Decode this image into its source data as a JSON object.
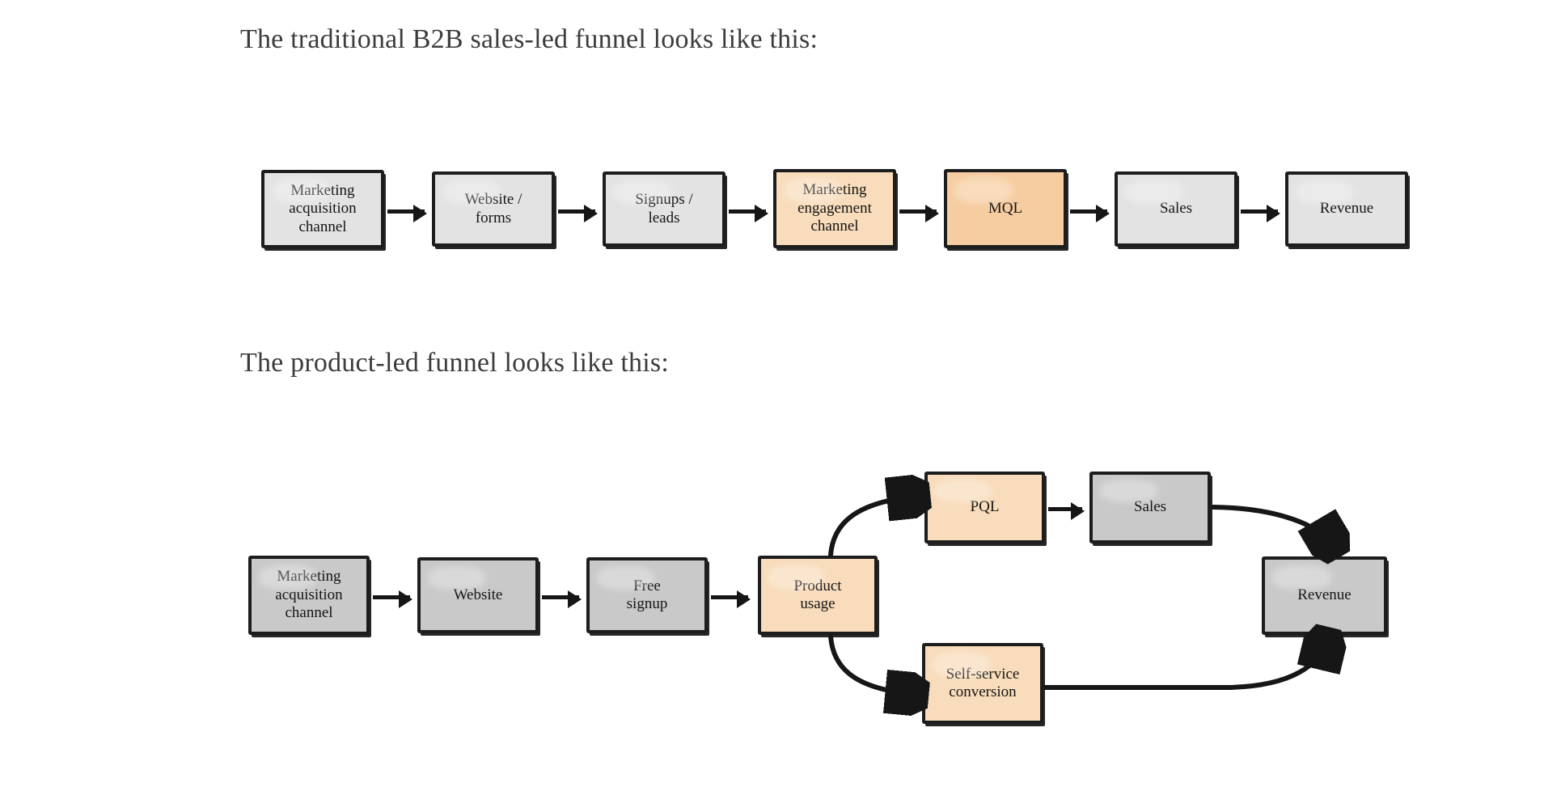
{
  "page": {
    "background": "#ffffff",
    "ink_color": "#161616",
    "heading_color": "#3c3c3c"
  },
  "headings": {
    "traditional": "The traditional B2B sales-led funnel looks like this:",
    "product_led": "The product-led funnel looks like this:"
  },
  "palette": {
    "gray_light": "#e3e3e3",
    "gray_mid": "#c9c9c9",
    "orange": "#f8dcbb",
    "orange_deep": "#f6cda0",
    "border": "#1d1d1d"
  },
  "diagram_traditional": {
    "name": "traditional-b2b-sales-led-funnel",
    "type": "linear-flow",
    "nodes": [
      {
        "id": "t1",
        "label": "Marketing\nacquisition\nchannel",
        "fill": "gray_light"
      },
      {
        "id": "t2",
        "label": "Website /\nforms",
        "fill": "gray_light"
      },
      {
        "id": "t3",
        "label": "Signups /\nleads",
        "fill": "gray_light"
      },
      {
        "id": "t4",
        "label": "Marketing\nengagement\nchannel",
        "fill": "orange"
      },
      {
        "id": "t5",
        "label": "MQL",
        "fill": "orange_deep"
      },
      {
        "id": "t6",
        "label": "Sales",
        "fill": "gray_light"
      },
      {
        "id": "t7",
        "label": "Revenue",
        "fill": "gray_light"
      }
    ],
    "edges": [
      {
        "from": "t1",
        "to": "t2",
        "style": "straight"
      },
      {
        "from": "t2",
        "to": "t3",
        "style": "straight"
      },
      {
        "from": "t3",
        "to": "t4",
        "style": "straight"
      },
      {
        "from": "t4",
        "to": "t5",
        "style": "straight"
      },
      {
        "from": "t5",
        "to": "t6",
        "style": "straight"
      },
      {
        "from": "t6",
        "to": "t7",
        "style": "straight"
      }
    ]
  },
  "diagram_product_led": {
    "name": "product-led-funnel",
    "type": "branching-flow",
    "nodes": [
      {
        "id": "p1",
        "label": "Marketing\nacquisition\nchannel",
        "fill": "gray_mid"
      },
      {
        "id": "p2",
        "label": "Website",
        "fill": "gray_mid"
      },
      {
        "id": "p3",
        "label": "Free\nsignup",
        "fill": "gray_mid"
      },
      {
        "id": "p4",
        "label": "Product\nusage",
        "fill": "orange"
      },
      {
        "id": "p5",
        "label": "PQL",
        "fill": "orange"
      },
      {
        "id": "p6",
        "label": "Sales",
        "fill": "gray_mid"
      },
      {
        "id": "p7",
        "label": "Self-service\nconversion",
        "fill": "orange"
      },
      {
        "id": "p8",
        "label": "Revenue",
        "fill": "gray_mid"
      }
    ],
    "edges": [
      {
        "from": "p1",
        "to": "p2",
        "style": "straight"
      },
      {
        "from": "p2",
        "to": "p3",
        "style": "straight"
      },
      {
        "from": "p3",
        "to": "p4",
        "style": "straight"
      },
      {
        "from": "p4",
        "to": "p5",
        "style": "curved-up"
      },
      {
        "from": "p5",
        "to": "p6",
        "style": "straight"
      },
      {
        "from": "p6",
        "to": "p8",
        "style": "curved-down"
      },
      {
        "from": "p4",
        "to": "p7",
        "style": "curved-down"
      },
      {
        "from": "p7",
        "to": "p8",
        "style": "curved-up"
      }
    ]
  }
}
